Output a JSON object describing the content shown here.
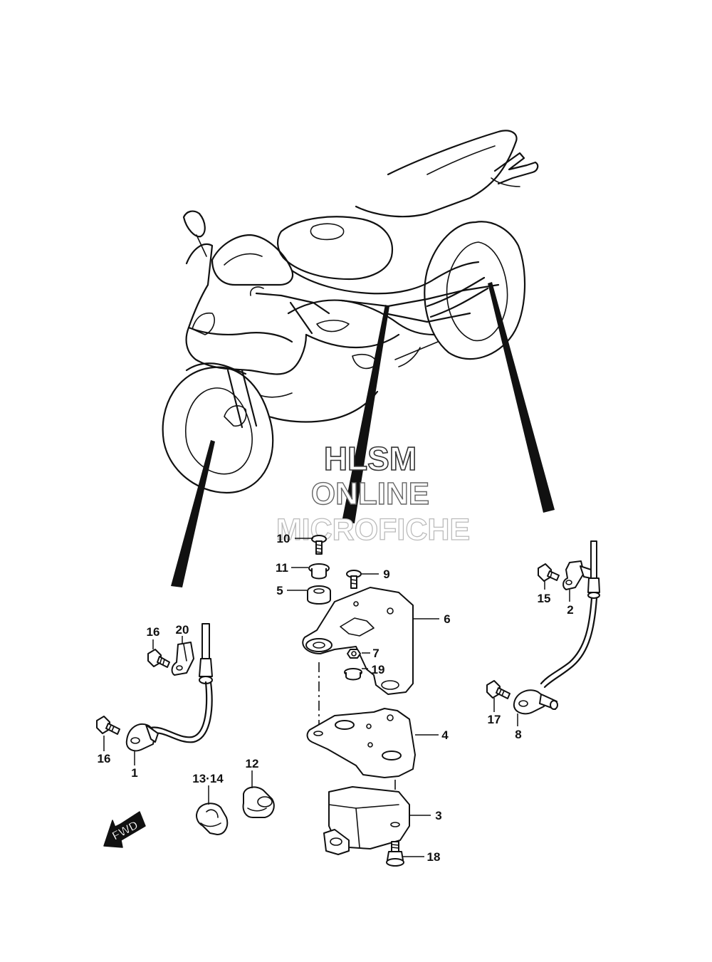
{
  "watermark": {
    "line1": "HLSM",
    "line2": "ONLINE",
    "line3": "MICROFICHE"
  },
  "fwd_indicator": "FWD",
  "callouts": {
    "p1": "1",
    "p2": "2",
    "p3": "3",
    "p4": "4",
    "p5": "5",
    "p6": "6",
    "p7": "7",
    "p8": "8",
    "p9": "9",
    "p10": "10",
    "p11": "11",
    "p12": "12",
    "p13_14": "13·14",
    "p15": "15",
    "p16a": "16",
    "p16b": "16",
    "p17": "17",
    "p18": "18",
    "p19": "19",
    "p20": "20"
  }
}
